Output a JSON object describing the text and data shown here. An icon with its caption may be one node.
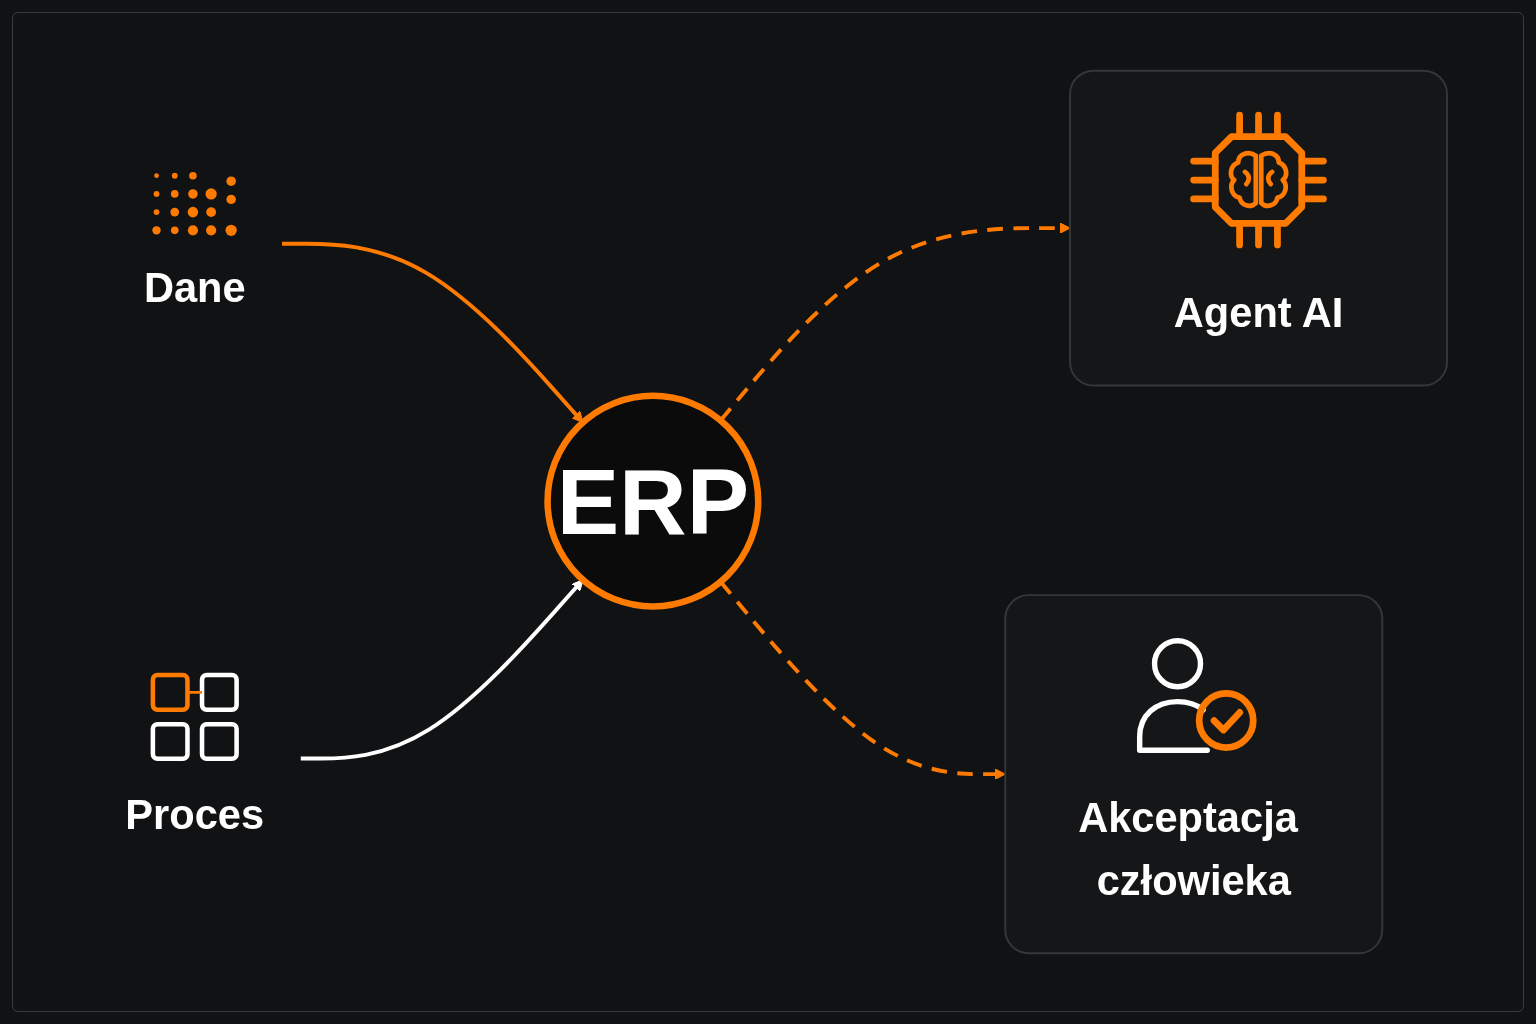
{
  "diagram": {
    "nodes": [
      {
        "text": [
          "Dane"
        ]
      },
      {
        "text": [
          "Proces"
        ]
      },
      {
        "text": [
          "ERP"
        ]
      },
      {
        "text": [
          "Agent AI"
        ]
      },
      {
        "text": [
          "Akceptacja człowieka"
        ]
      }
    ],
    "edges": [
      {
        "from": 0,
        "to": 2,
        "arrow": "to"
      },
      {
        "from": 1,
        "to": 2,
        "arrow": "to",
        "color": "#ffffff"
      },
      {
        "from": 2,
        "to": 3,
        "arrow": "to",
        "style": "dashed"
      },
      {
        "from": 2,
        "to": 4,
        "arrow": "to",
        "style": "dashed"
      }
    ]
  }
}
